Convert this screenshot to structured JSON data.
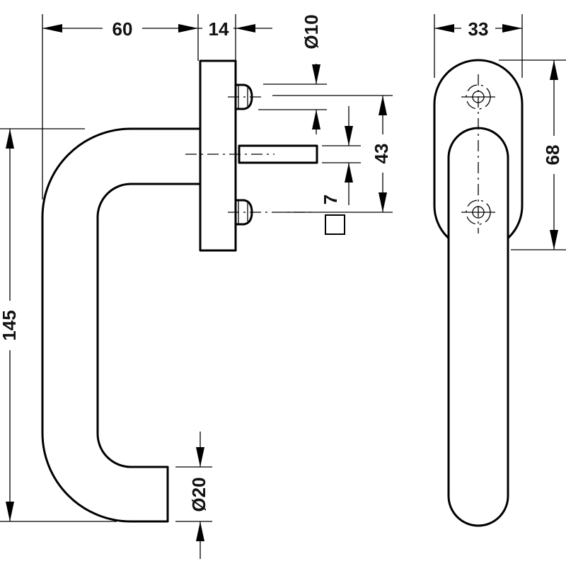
{
  "colors": {
    "line": "#000000",
    "background": "#ffffff",
    "text": "#111111"
  },
  "dimensions": {
    "width_60": "60",
    "rose_14": "14",
    "screw_dia": "Ø10",
    "spacing_43": "43",
    "spindle_7": "7",
    "total_145": "145",
    "bar_dia": "Ø20",
    "width_33": "33",
    "height_68": "68"
  }
}
